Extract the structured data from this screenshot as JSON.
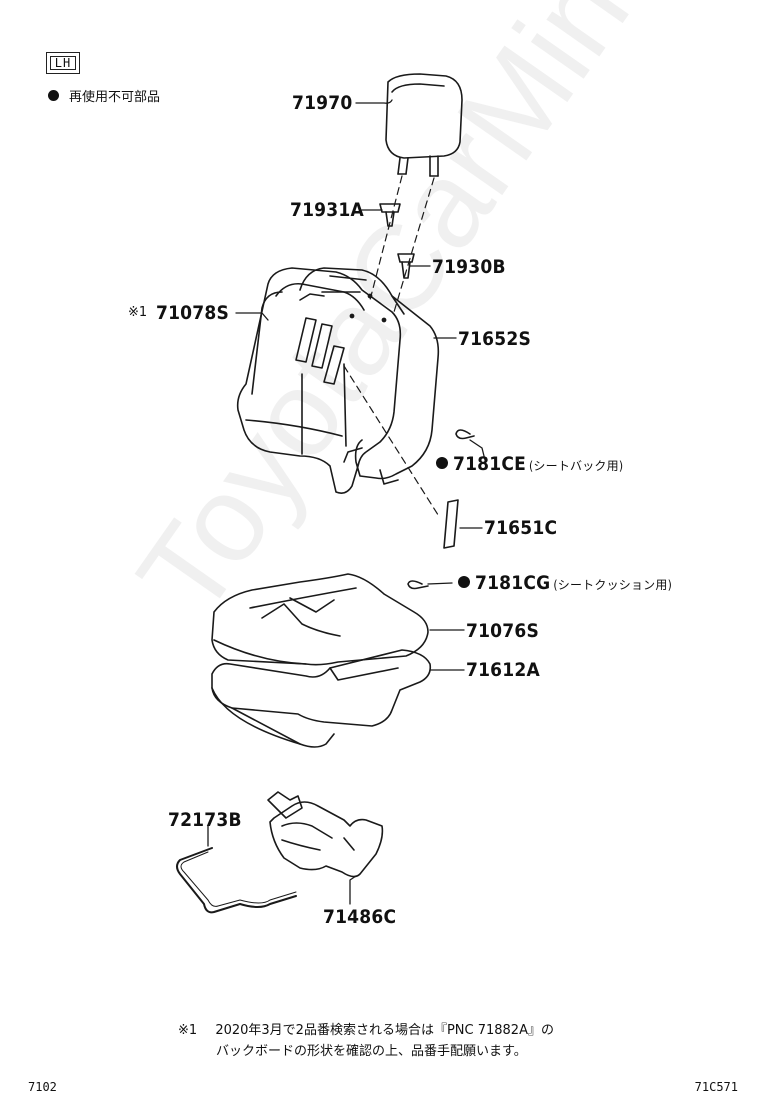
{
  "badge": "LH",
  "legend": {
    "text": "再使用不可部品"
  },
  "parts": {
    "p71970": "71970",
    "p71931A": "71931A",
    "p71930B": "71930B",
    "p71078S": "71078S",
    "p71652S": "71652S",
    "p7181CE": "7181CE",
    "p71651C": "71651C",
    "p7181CG": "7181CG",
    "p71076S": "71076S",
    "p71612A": "71612A",
    "p72173B": "72173B",
    "p71486C": "71486C"
  },
  "notes": {
    "seatback": "(シートバック用)",
    "cushion": "(シートクッション用)",
    "ref_mark": "※1"
  },
  "footnote": {
    "marker": "※1",
    "line1": "2020年3月で2品番検索される場合は『PNC 71882A』の",
    "line2": "バックボードの形状を確認の上、品番手配願います。"
  },
  "corners": {
    "left": "7102",
    "right": "71C571"
  },
  "watermark": "ToyotaCarMine.ru"
}
